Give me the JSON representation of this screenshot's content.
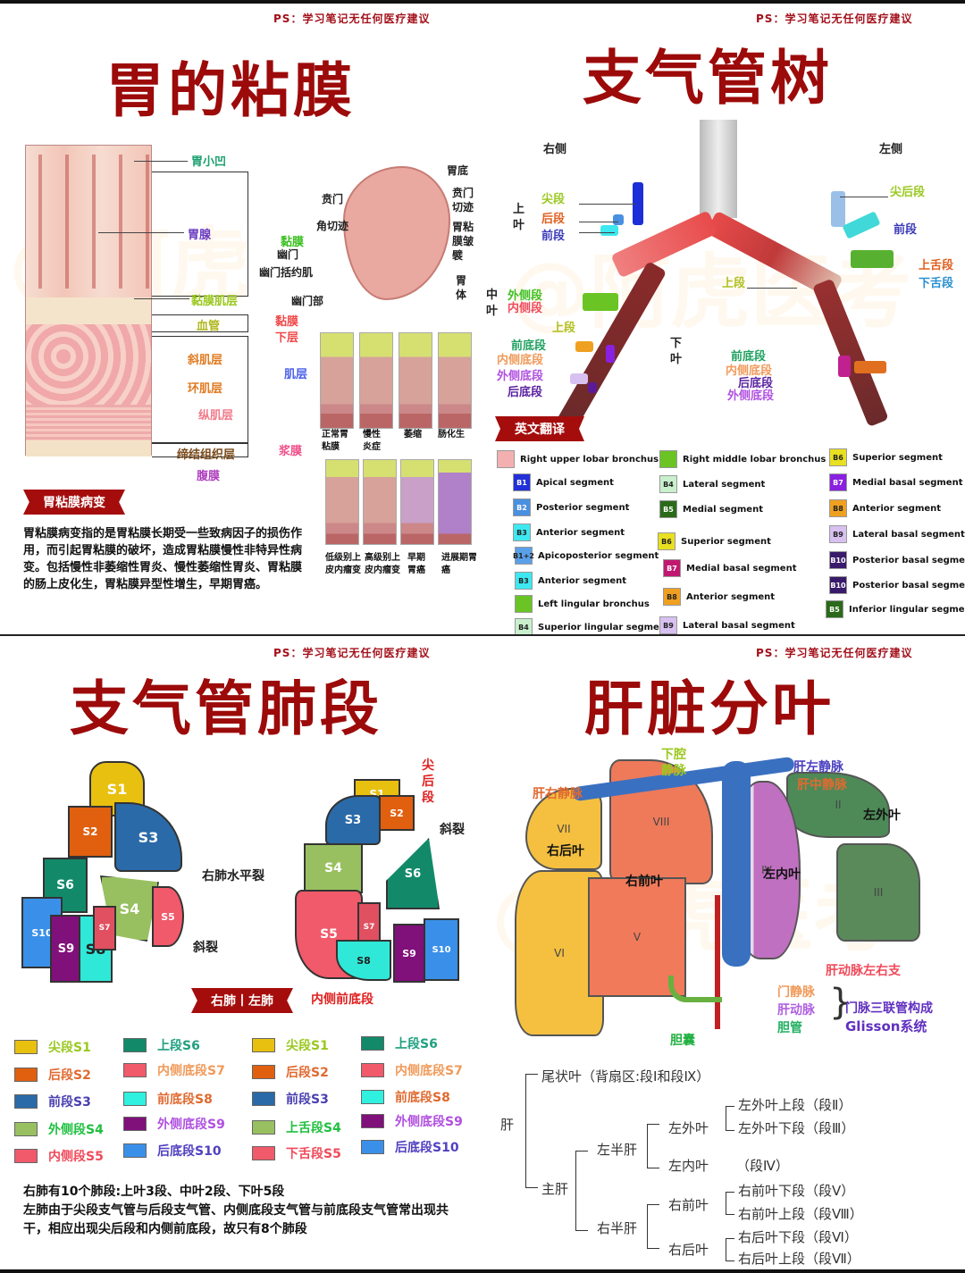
{
  "disclaimer": "PS：学习笔记无任何医疗建议",
  "panels": {
    "gastric": {
      "title": "胃的粘膜",
      "layers": {
        "pit": "胃小凹",
        "gland": "胃腺",
        "mucosa": "黏膜",
        "muscularis_mucosae": "黏膜肌层",
        "vessel": "血管",
        "submucosa": "黏膜下层",
        "oblique": "斜肌层",
        "circular": "环肌层",
        "longitudinal": "纵肌层",
        "muscle_layer": "肌层",
        "connective": "缔结组织层",
        "serosa": "浆膜",
        "peritoneum": "腹膜"
      },
      "stomach_labels": {
        "fundus": "胃底",
        "cardia": "贲门",
        "cardiac_notch": "贲门切迹",
        "angular_notch": "角切迹",
        "folds": "胃粘膜皱襞",
        "pylorus": "幽门",
        "pyloric_sphincter": "幽门括约肌",
        "body": "胃体",
        "pyloric_part": "幽门部"
      },
      "histology_row1": [
        "正常胃粘膜",
        "慢性炎症",
        "萎缩",
        "肠化生"
      ],
      "histology_row2": [
        "低级别上皮内瘤变",
        "高级别上皮内瘤变",
        "早期胃癌",
        "进展期胃癌"
      ],
      "banner": "胃粘膜病变",
      "description": "胃粘膜病变指的是胃粘膜长期受一些致病因子的损伤作用，而引起胃粘膜的破坏，造成胃粘膜慢性非特异性病变。包括慢性非萎缩性胃炎、慢性萎缩性胃炎、胃粘膜的肠上皮化生，胃粘膜异型性增生，早期胃癌。"
    },
    "bronchial_tree": {
      "title": "支气管树",
      "right_side": "右侧",
      "left_side": "左侧",
      "right_labels": {
        "upper_lobe": "上叶",
        "apical": "尖段",
        "posterior": "后段",
        "anterior": "前段",
        "middle_lobe": "中叶",
        "lateral": "外侧段",
        "medial": "内侧段",
        "superior": "上段",
        "ant_basal": "前底段",
        "med_basal": "内侧底段",
        "lat_basal": "外侧底段",
        "post_basal": "后底段"
      },
      "left_labels": {
        "apicoposterior": "尖后段",
        "anterior": "前段",
        "sup_lingular": "上舌段",
        "inf_lingular": "下舌段",
        "superior": "上段",
        "lower_lobe": "下叶",
        "ant_basal": "前底段",
        "med_basal": "内侧底段",
        "post_basal": "后底段",
        "lat_basal": "外侧底段"
      },
      "banner": "英文翻译",
      "legend_col1": [
        {
          "code": "",
          "label": "Right upper lobar bronchus",
          "color": "#f4b0b0"
        },
        {
          "code": "B1",
          "label": "Apical segment",
          "color": "#2230d8"
        },
        {
          "code": "B2",
          "label": "Posterior segment",
          "color": "#4a90e0"
        },
        {
          "code": "B3",
          "label": "Anterior segment",
          "color": "#3ee8f0"
        },
        {
          "code": "B1+2",
          "label": "Apicoposterior segment",
          "color": "#5aa0e8"
        },
        {
          "code": "B3",
          "label": "Anterior segment",
          "color": "#3ee8f0"
        },
        {
          "code": "",
          "label": "Left lingular bronchus",
          "color": "#6ac424"
        },
        {
          "code": "B4",
          "label": "Superior lingular segment",
          "color": "#c8f0cc"
        }
      ],
      "legend_col2": [
        {
          "code": "",
          "label": "Right middle lobar bronchus",
          "color": "#6ac424"
        },
        {
          "code": "B4",
          "label": "Lateral segment",
          "color": "#c8f0cc"
        },
        {
          "code": "B5",
          "label": "Medial segment",
          "color": "#2a6a1a"
        },
        {
          "code": "B6",
          "label": "Superior segment",
          "color": "#e8e020"
        },
        {
          "code": "B7",
          "label": "Medial basal segment",
          "color": "#c01870"
        },
        {
          "code": "B8",
          "label": "Anterior segment",
          "color": "#f0a020"
        },
        {
          "code": "B9",
          "label": "Lateral basal segment",
          "color": "#d8c0f0"
        }
      ],
      "legend_col3": [
        {
          "code": "B6",
          "label": "Superior segment",
          "color": "#e8e020"
        },
        {
          "code": "B7",
          "label": "Medial basal segment",
          "color": "#8a20e0"
        },
        {
          "code": "B8",
          "label": "Anterior segment",
          "color": "#f0a020"
        },
        {
          "code": "B9",
          "label": "Lateral basal segment",
          "color": "#d8c0f0"
        },
        {
          "code": "B10",
          "label": "Posterior basal segment",
          "color": "#3a1a6a"
        },
        {
          "code": "B10",
          "label": "Posterior basal segment",
          "color": "#3a1a6a"
        },
        {
          "code": "B5",
          "label": "Inferior lingular segment",
          "color": "#2a6a1a"
        }
      ]
    },
    "lung_segments": {
      "title": "支气管肺段",
      "fissure_horizontal": "右肺水平裂",
      "fissure_oblique": "斜裂",
      "apicoposterior_note": "尖后段",
      "medial_anterior_basal_note": "内侧前底段",
      "banner": "右肺丨左肺",
      "right_segments": [
        "S1",
        "S2",
        "S3",
        "S4",
        "S5",
        "S6",
        "S7",
        "S8",
        "S9",
        "S10"
      ],
      "left_segments": [
        "S1",
        "S2",
        "S3",
        "S4",
        "S5",
        "S6",
        "S7",
        "S8",
        "S9",
        "S10"
      ],
      "right_legend": [
        {
          "label": "尖段S1",
          "color": "#e8c010",
          "text": "#9ac820"
        },
        {
          "label": "后段S2",
          "color": "#e06010",
          "text": "#e06a30"
        },
        {
          "label": "前段S3",
          "color": "#2a6aa8",
          "text": "#4a40b0"
        },
        {
          "label": "外侧段S4",
          "color": "#98c060",
          "text": "#20c040"
        },
        {
          "label": "内侧段S5",
          "color": "#f05a6a",
          "text": "#f04a5a"
        },
        {
          "label": "上段S6",
          "color": "#128a6a",
          "text": "#20a080"
        },
        {
          "label": "内侧底段S7",
          "color": "#f05a6a",
          "text": "#f09a5a"
        },
        {
          "label": "前底段S8",
          "color": "#30f0e0",
          "text": "#e06a30"
        },
        {
          "label": "外侧底段S9",
          "color": "#80107a",
          "text": "#b050e0"
        },
        {
          "label": "后底段S10",
          "color": "#3a90e8",
          "text": "#5040c0"
        }
      ],
      "left_legend": [
        {
          "label": "尖段S1",
          "color": "#e8c010",
          "text": "#9ac820"
        },
        {
          "label": "后段S2",
          "color": "#e06010",
          "text": "#e06a30"
        },
        {
          "label": "前段S3",
          "color": "#2a6aa8",
          "text": "#4a40b0"
        },
        {
          "label": "上舌段S4",
          "color": "#98c060",
          "text": "#20c040"
        },
        {
          "label": "下舌段S5",
          "color": "#f05a6a",
          "text": "#f04a5a"
        },
        {
          "label": "上段S6",
          "color": "#128a6a",
          "text": "#20a080"
        },
        {
          "label": "内侧底段S7",
          "color": "#f05a6a",
          "text": "#f09a5a"
        },
        {
          "label": "前底段S8",
          "color": "#30f0e0",
          "text": "#e06a30"
        },
        {
          "label": "外侧底段S9",
          "color": "#80107a",
          "text": "#b050e0"
        },
        {
          "label": "后底段S10",
          "color": "#3a90e8",
          "text": "#5040c0"
        }
      ],
      "description_line1": "右肺有10个肺段:上叶3段、中叶2段、下叶5段",
      "description_line2": "左肺由于尖段支气管与后段支气管、内侧底段支气管与前底段支气管常出现共干，相应出现尖后段和内侧前底段，故只有8个肺段"
    },
    "liver": {
      "title": "肝脏分叶",
      "labels": {
        "ivc": "下腔静脉",
        "left_hepatic_vein": "肝左静脉",
        "middle_hepatic_vein": "肝中静脉",
        "right_hepatic_vein": "肝右静脉",
        "left_lateral": "左外叶",
        "right_posterior": "右后叶",
        "right_anterior": "右前叶",
        "left_medial": "左内叶",
        "hepatic_artery_branches": "肝动脉左右支",
        "portal_vein": "门静脉",
        "hepatic_artery": "肝动脉",
        "bile_duct": "胆管",
        "glisson_1": "门脉三联管构成",
        "glisson_2": "Glisson系统",
        "gallbladder": "胆囊"
      },
      "roman": [
        "VII",
        "VIII",
        "II",
        "IV",
        "III",
        "VI",
        "V"
      ],
      "tree": {
        "root": "肝",
        "caudate": "尾状叶（背扇区:段Ⅰ和段Ⅸ）",
        "main": "主肝",
        "left_half": "左半肝",
        "right_half": "右半肝",
        "left_lateral": "左外叶",
        "left_medial": "左内叶",
        "left_medial_seg": "（段Ⅳ）",
        "right_anterior": "右前叶",
        "right_posterior": "右后叶",
        "ll_upper": "左外叶上段（段Ⅱ）",
        "ll_lower": "左外叶下段（段Ⅲ）",
        "ra_lower": "右前叶下段（段Ⅴ）",
        "ra_upper": "右前叶上段（段Ⅷ）",
        "rp_lower": "右后叶下段（段Ⅵ）",
        "rp_upper": "右后叶上段（段Ⅶ）"
      }
    }
  }
}
